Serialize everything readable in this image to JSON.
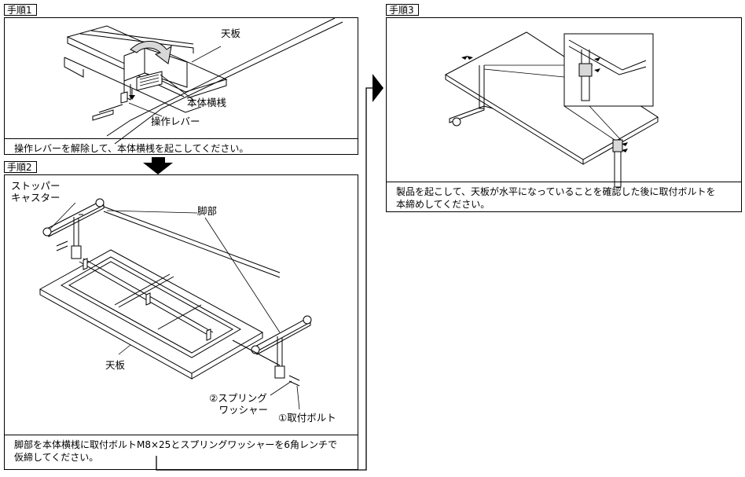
{
  "step1": {
    "tab": "手順1",
    "label_tabletop": "天板",
    "label_crossbar": "本体横桟",
    "label_lever": "操作レバー",
    "caption": "操作レバーを解除して、本体横桟を起こしてください。"
  },
  "step2": {
    "tab": "手順2",
    "label_caster": "ストッパー\nキャスター",
    "label_leg": "脚部",
    "label_tabletop": "天板",
    "label_washer": "②スプリング\n　ワッシャー",
    "label_bolt": "①取付ボルト",
    "caption": "脚部を本体横桟に取付ボルトM8×25とスプリングワッシャーを6角レンチで\n仮締してください。"
  },
  "step3": {
    "tab": "手順3",
    "caption": "製品を起こして、天板が水平になっていることを確認した後に取付ボルトを\n本締めしてください。"
  }
}
